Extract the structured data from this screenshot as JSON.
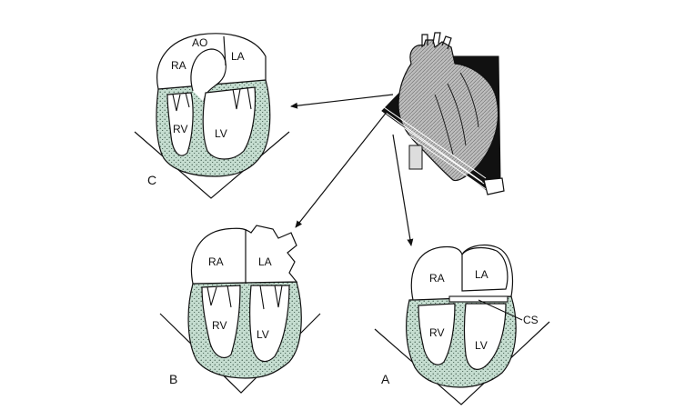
{
  "colors": {
    "myocardium": "#c5ddd0",
    "myocardium_dots": "#1f3a2c",
    "line": "#111111",
    "heart_fill": "#bdbdbd",
    "plane_dark": "#111111"
  },
  "panels": {
    "C": {
      "letter": "C",
      "chambers": {
        "ao": "AO",
        "ra": "RA",
        "la": "LA",
        "rv": "RV",
        "lv": "LV"
      }
    },
    "B": {
      "letter": "B",
      "chambers": {
        "ra": "RA",
        "la": "LA",
        "rv": "RV",
        "lv": "LV"
      }
    },
    "A": {
      "letter": "A",
      "chambers": {
        "ra": "RA",
        "la": "LA",
        "rv": "RV",
        "lv": "LV",
        "cs": "CS"
      }
    }
  }
}
